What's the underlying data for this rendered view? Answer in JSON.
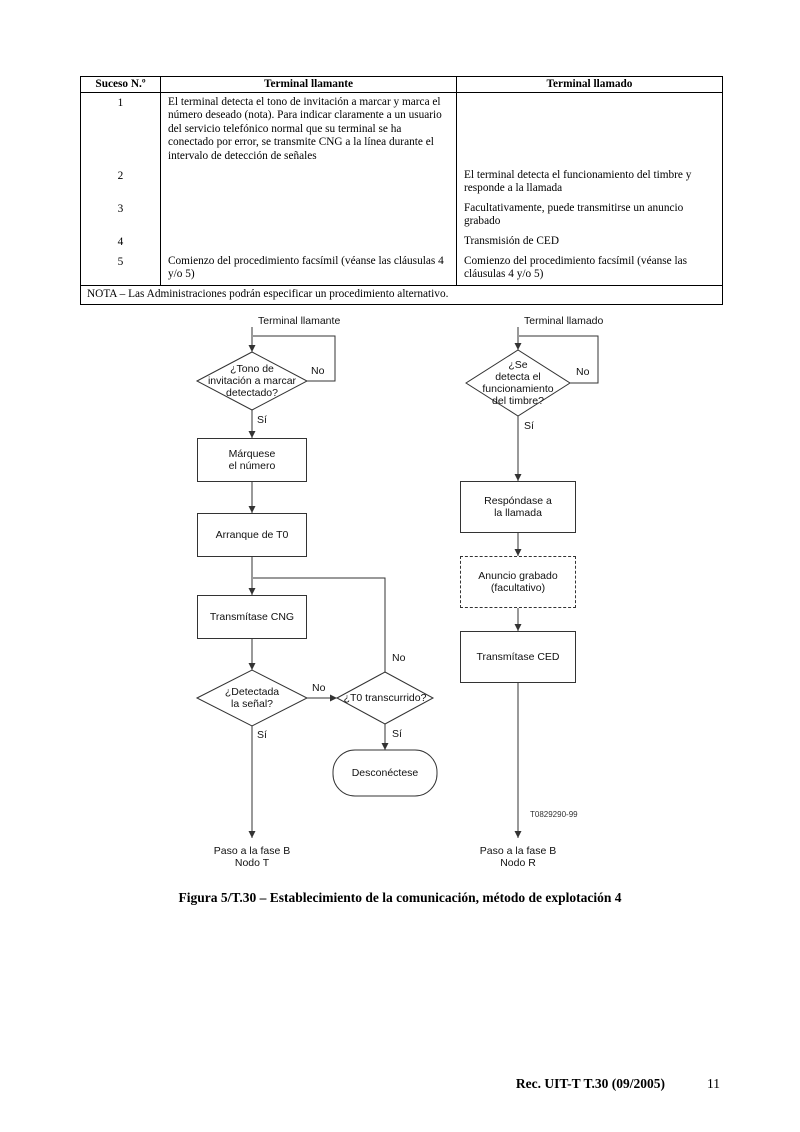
{
  "table": {
    "col_headers": [
      "Suceso N.º",
      "Terminal llamante",
      "Terminal llamado"
    ],
    "rows": [
      {
        "num": "1",
        "llamante": "El terminal detecta el tono de invitación a marcar y marca el número deseado (nota). Para indicar claramente a un usuario del servicio telefónico normal que su terminal se ha conectado por error, se transmite CNG a la línea durante el intervalo de detección de señales",
        "llamado": ""
      },
      {
        "num": "2",
        "llamante": "",
        "llamado": "El terminal detecta el funcionamiento del timbre y responde a la llamada"
      },
      {
        "num": "3",
        "llamante": "",
        "llamado": "Facultativamente, puede transmitirse un anuncio grabado"
      },
      {
        "num": "4",
        "llamante": "",
        "llamado": "Transmisión de CED"
      },
      {
        "num": "5",
        "llamante": "Comienzo del procedimiento facsímil (véanse las cláusulas 4 y/o 5)",
        "llamado": "Comienzo del procedimiento facsímil (véanse las cláusulas 4 y/o 5)"
      }
    ],
    "note": "NOTA – Las Administraciones podrán especificar un procedimiento alternativo."
  },
  "flowchart": {
    "left": {
      "start": "Terminal llamante",
      "decision_dial_tone": "¿Tono de\ninvitación a marcar\ndetectado?",
      "decision_dial_tone_no": "No",
      "decision_dial_tone_yes": "Sí",
      "dial_number": "Márquese\nel número",
      "start_t0": "Arranque de T0",
      "transmit_cng": "Transmítase CNG",
      "decision_signal": "¿Detectada\nla señal?",
      "decision_signal_no": "No",
      "decision_signal_yes": "Sí",
      "decision_t0": "¿T0 transcurrido?",
      "decision_t0_no": "No",
      "decision_t0_yes": "Sí",
      "disconnect": "Desconéctese",
      "end": "Paso a la fase B\nNodo T"
    },
    "right": {
      "start": "Terminal llamado",
      "decision_ring": "¿Se\ndetecta el\nfuncionamiento\ndel timbre?",
      "decision_ring_no": "No",
      "decision_ring_yes": "Sí",
      "answer_call": "Respóndase a\nla llamada",
      "recorded_announcement": "Anuncio grabado\n(facultativo)",
      "transmit_ced": "Transmítase CED",
      "figure_id": "T0829290-99",
      "end": "Paso a la fase B\nNodo R"
    }
  },
  "caption": "Figura 5/T.30 – Establecimiento de la comunicación, método de explotación 4",
  "footer": {
    "rec": "Rec. UIT-T T.30 (09/2005)",
    "page": "11"
  }
}
